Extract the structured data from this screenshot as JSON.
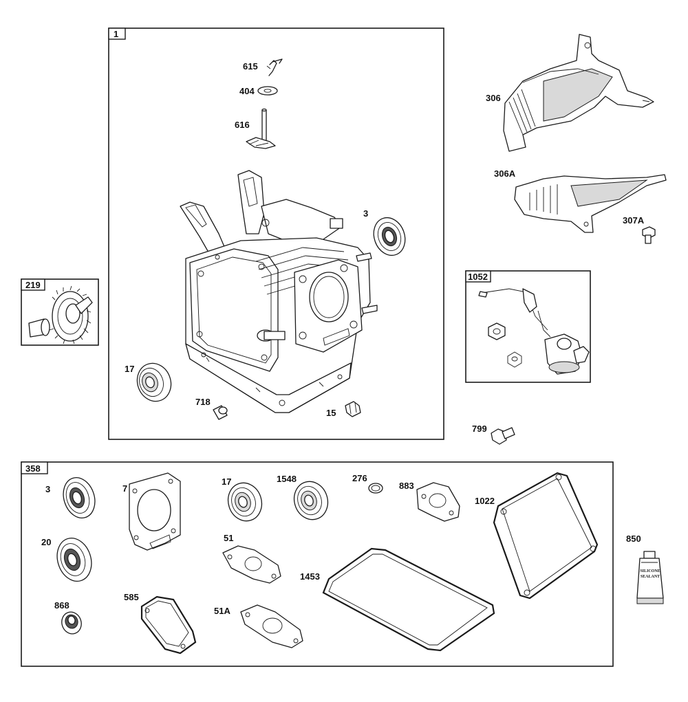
{
  "groups": {
    "engine_block": "1",
    "gear": "219",
    "sensor": "1052",
    "gasket_kit": "358"
  },
  "labels": {
    "p615": "615",
    "p404": "404",
    "p616": "616",
    "p3_top": "3",
    "p17_top": "17",
    "p718": "718",
    "p15": "15",
    "p306": "306",
    "p306a": "306A",
    "p307a": "307A",
    "p799": "799",
    "k3": "3",
    "k7": "7",
    "k17": "17",
    "k1548": "1548",
    "k276": "276",
    "k883": "883",
    "k1022": "1022",
    "k20": "20",
    "k51": "51",
    "k1453": "1453",
    "k868": "868",
    "k585": "585",
    "k51a": "51A",
    "p850": "850"
  },
  "tube": {
    "line1": "SILICONE",
    "line2": "SEALANT"
  }
}
